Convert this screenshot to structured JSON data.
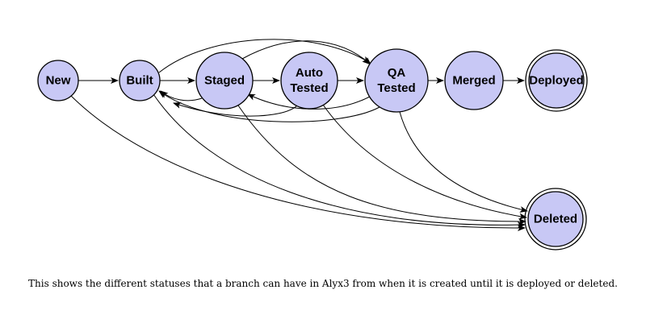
{
  "diagram": {
    "nodes": [
      {
        "id": "new",
        "lines": [
          "New"
        ],
        "final": false
      },
      {
        "id": "built",
        "lines": [
          "Built"
        ],
        "final": false
      },
      {
        "id": "staged",
        "lines": [
          "Staged"
        ],
        "final": false
      },
      {
        "id": "auto_tested",
        "lines": [
          "Auto",
          "Tested"
        ],
        "final": false
      },
      {
        "id": "qa_tested",
        "lines": [
          "QA",
          "Tested"
        ],
        "final": false
      },
      {
        "id": "merged",
        "lines": [
          "Merged"
        ],
        "final": false
      },
      {
        "id": "deployed",
        "lines": [
          "Deployed"
        ],
        "final": true
      },
      {
        "id": "deleted",
        "lines": [
          "Deleted"
        ],
        "final": true
      }
    ],
    "edges": [
      {
        "from": "new",
        "to": "built"
      },
      {
        "from": "built",
        "to": "staged"
      },
      {
        "from": "staged",
        "to": "auto_tested"
      },
      {
        "from": "auto_tested",
        "to": "qa_tested"
      },
      {
        "from": "qa_tested",
        "to": "merged"
      },
      {
        "from": "merged",
        "to": "deployed"
      },
      {
        "from": "built",
        "to": "qa_tested"
      },
      {
        "from": "staged",
        "to": "qa_tested"
      },
      {
        "from": "qa_tested",
        "to": "staged"
      },
      {
        "from": "staged",
        "to": "built"
      },
      {
        "from": "auto_tested",
        "to": "built"
      },
      {
        "from": "qa_tested",
        "to": "built"
      },
      {
        "from": "new",
        "to": "deleted"
      },
      {
        "from": "built",
        "to": "deleted"
      },
      {
        "from": "staged",
        "to": "deleted"
      },
      {
        "from": "auto_tested",
        "to": "deleted"
      },
      {
        "from": "qa_tested",
        "to": "deleted"
      }
    ]
  },
  "colors": {
    "node_fill": "#c8c8f5",
    "stroke": "#000000"
  },
  "caption": "This shows the different statuses that a branch can have in Alyx3 from when it is created until it is deployed or deleted."
}
